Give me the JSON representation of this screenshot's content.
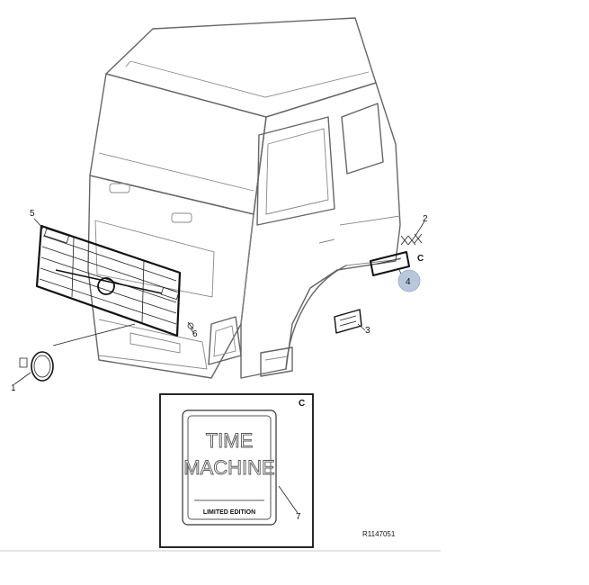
{
  "callouts": {
    "c1": "1",
    "c2": "2",
    "c3": "3",
    "c4": "4",
    "c5": "5",
    "c6": "6",
    "c7": "7"
  },
  "detail_letter": "C",
  "cab_letter": "C",
  "decal": {
    "line1": "TIME",
    "line2": "MACHINE",
    "footer": "LIMITED EDITION"
  },
  "reference_number": "R1147051",
  "colors": {
    "callout_highlight": "#b8c7dc",
    "line": "#666666",
    "part_outline": "#111111"
  }
}
